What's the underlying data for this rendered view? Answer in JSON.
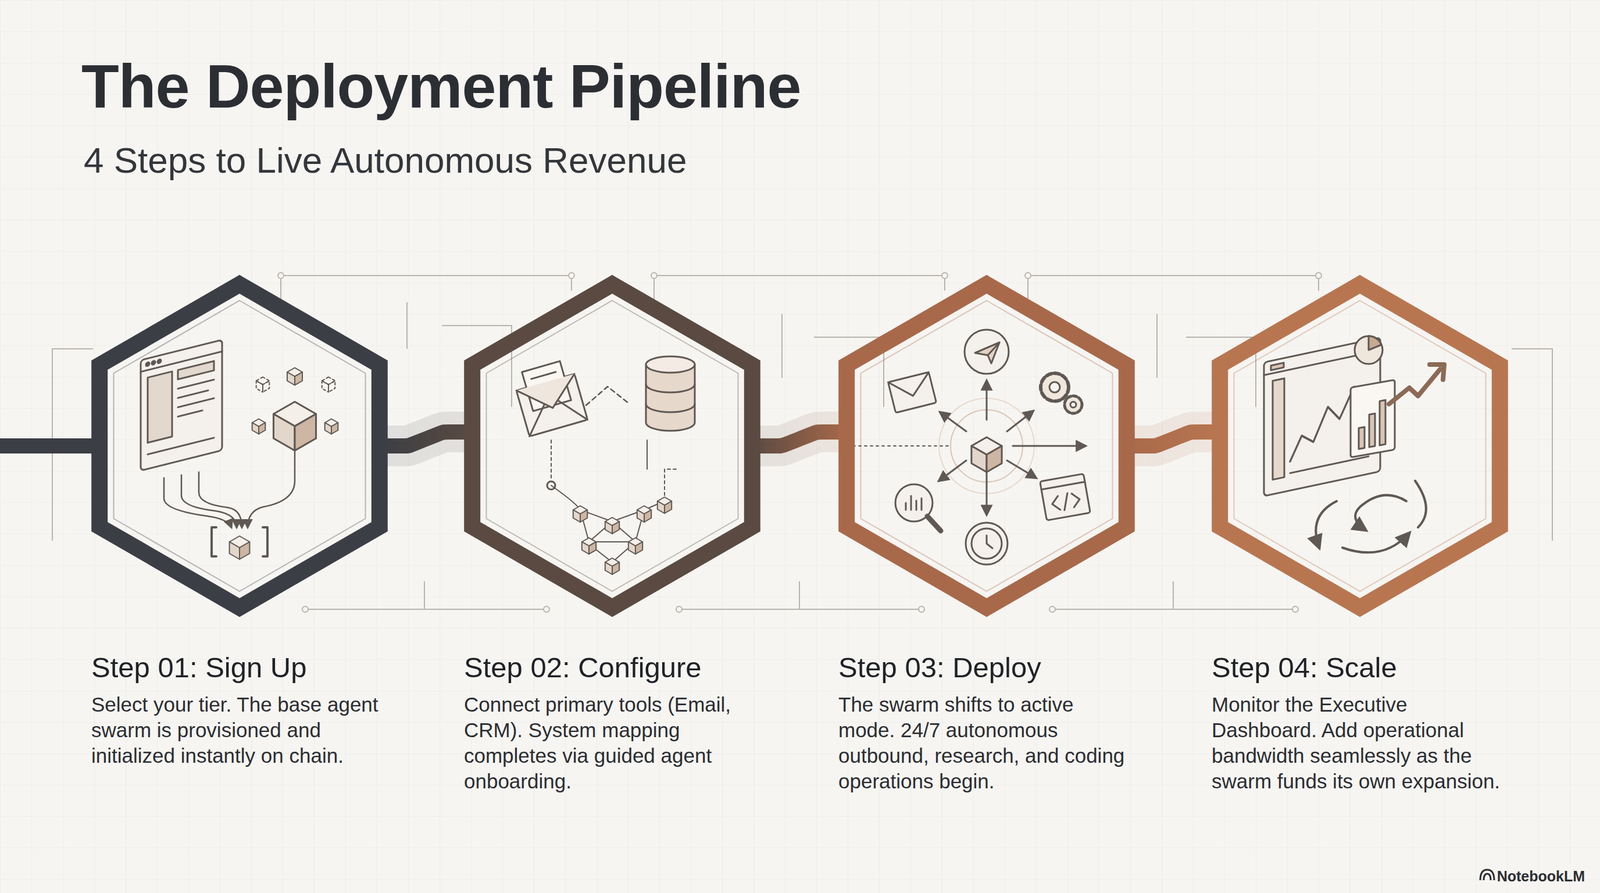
{
  "diagram": {
    "title": "The Deployment Pipeline",
    "nodes": [
      {
        "text": [
          "Step 01: Sign Up",
          "Select your tier. The base agent swarm is provisioned and initialized instantly on chain."
        ]
      },
      {
        "text": [
          "Step 02: Configure",
          "Connect primary tools (Email, CRM). System mapping completes via guided agent onboarding."
        ]
      },
      {
        "text": [
          "Step 03: Deploy",
          "The swarm shifts to active mode. 24/7 autonomous outbound, research, and coding operations begin."
        ]
      },
      {
        "text": [
          "Step 04: Scale",
          "Monitor the Executive Dashboard. Add operational bandwidth seamlessly as the swarm funds its own expansion."
        ]
      }
    ],
    "edges": [
      {
        "from": 0,
        "to": 1,
        "arrow": "none"
      },
      {
        "from": 1,
        "to": 2,
        "arrow": "none"
      },
      {
        "from": 2,
        "to": 3,
        "arrow": "none"
      }
    ],
    "labels": [
      "4 Steps to Live Autonomous Revenue",
      "NotebookLM"
    ]
  }
}
